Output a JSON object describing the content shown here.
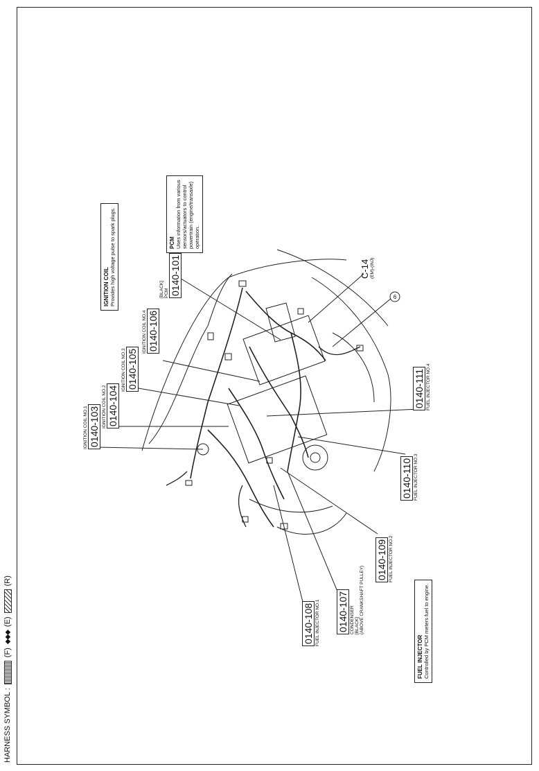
{
  "harness_legend": {
    "label": "HARNESS SYMBOL :",
    "f": "(F)",
    "e_symbol": "◆◆◆",
    "e": "(E)",
    "r": "(R)"
  },
  "info_boxes": {
    "ignition_coil": {
      "title": "IGNITION COIL",
      "text": "Provides high voltage pulse to spark plugs."
    },
    "pcm": {
      "title": "PCM",
      "lines": [
        "Uses information from various",
        "sensors/actuators to control",
        "powertrain (engine/transaxle)",
        "operation."
      ]
    },
    "fuel_injector": {
      "title": "FUEL INJECTOR",
      "text": "Controlled by PCM meters fuel to engine."
    }
  },
  "connectors": [
    {
      "code": "0140-101",
      "lines": [
        "[BLACK]",
        "PCM"
      ]
    },
    {
      "code": "0140-103",
      "lines": [
        "IGNITION COIL NO.1"
      ]
    },
    {
      "code": "0140-104",
      "lines": [
        "IGNITION COIL NO.2"
      ]
    },
    {
      "code": "0140-105",
      "lines": [
        "IGNITION COIL NO.3"
      ]
    },
    {
      "code": "0140-106",
      "lines": [
        "IGNITION COIL NO.4"
      ]
    },
    {
      "code": "0140-107",
      "lines": [
        "CONDENSER",
        "[BLACK]",
        "(ABOVE CRANKSHAFT PULLEY)"
      ]
    },
    {
      "code": "0140-108",
      "lines": [
        "FUEL INJECTOR NO.1"
      ]
    },
    {
      "code": "0140-109",
      "lines": [
        "FUEL INJECTOR NO.2"
      ]
    },
    {
      "code": "0140-110",
      "lines": [
        "FUEL INJECTOR NO.3"
      ]
    },
    {
      "code": "0140-111",
      "lines": [
        "FUEL INJECTOR NO.4"
      ]
    }
  ],
  "ground": {
    "code": "C-14",
    "sub": "(EM)-(INJ)",
    "point": "6"
  }
}
